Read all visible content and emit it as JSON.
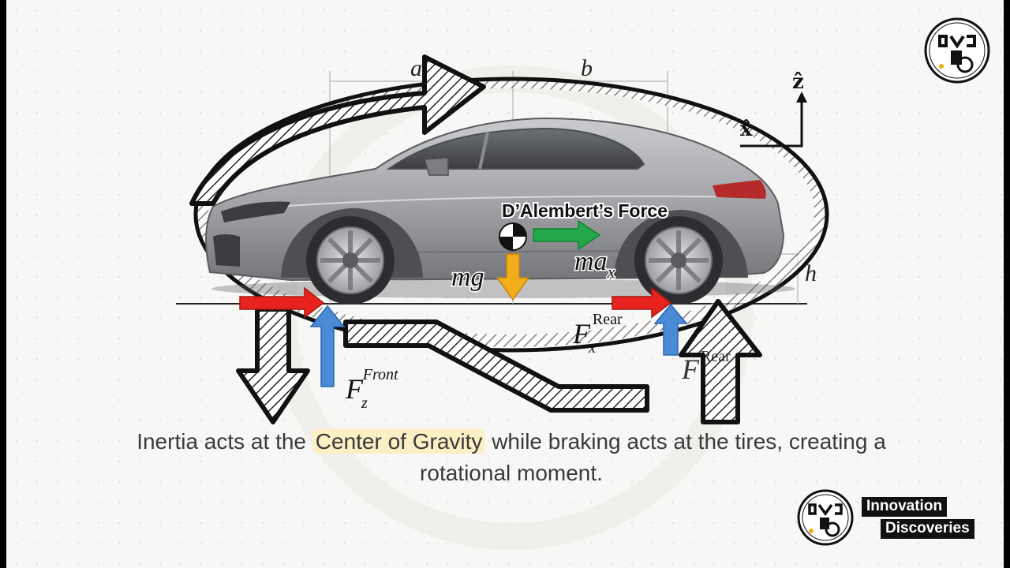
{
  "labels": {
    "dim_a": "a",
    "dim_b": "b",
    "dim_h": "h",
    "axis_z": "ẑ",
    "axis_x": "x̂",
    "dalembert": "D’Alembert’s Force",
    "mg": "mg",
    "ma": "ma",
    "ma_sub": "x",
    "f": "F",
    "fx_sub": "x",
    "fz_sub": "z",
    "front_sup": "Front",
    "rear_sup": "Rear"
  },
  "caption": {
    "before": "Inertia acts at the ",
    "highlight": "Center of Gravity",
    "after": " while braking acts at the tires, creating a rotational moment."
  },
  "brand": {
    "line1": "Innovation",
    "line2": "Discoveries"
  },
  "colors": {
    "inertia_arrow": "#22a84a",
    "gravity_arrow": "#f2ad1c",
    "braking_arrow": "#e8231f",
    "normal_arrow": "#4a8ad6",
    "car_body": "#9a9ca0",
    "highlight": "#fbefc4"
  },
  "icons": {
    "cg_marker": "center-of-gravity-icon",
    "logo": "innovation-discoveries-logo"
  }
}
